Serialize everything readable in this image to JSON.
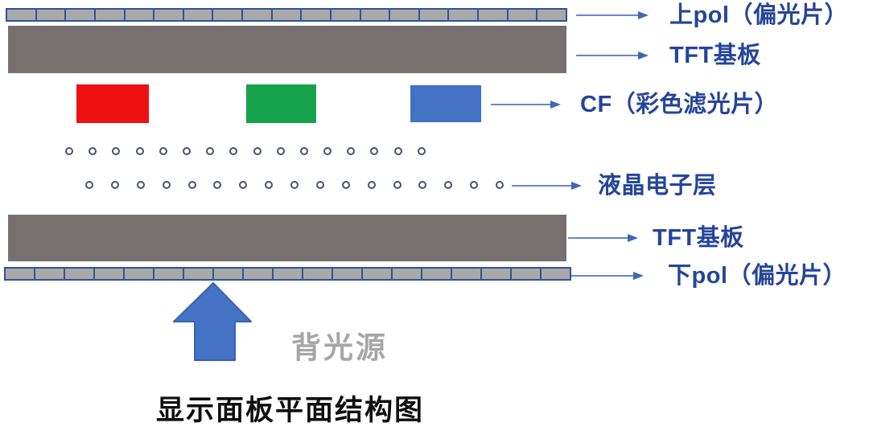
{
  "title": "显示面板平面结构图",
  "backlight": {
    "label": "背光源"
  },
  "layers": {
    "top_pol": {
      "label": "上pol（偏光片）",
      "segments": 19
    },
    "top_tft": {
      "label": "TFT基板"
    },
    "cf": {
      "label": "CF（彩色滤光片）",
      "filter_colors": [
        "#ee1111",
        "#16a24b",
        "#4472c4"
      ]
    },
    "lc": {
      "label": "液晶电子层",
      "row1_dots": 16,
      "row2_dots": 17
    },
    "bottom_tft": {
      "label": "TFT基板"
    },
    "bottom_pol": {
      "label": "下pol（偏光片）",
      "segments": 19
    }
  },
  "colors": {
    "accent_blue": "#4472c4",
    "label_navy": "#26459a",
    "bar_fill": "#a9a9a9",
    "bar_border": "#2f5597",
    "tft_gray": "#767070",
    "cf_red": "#ee1111",
    "cf_green": "#16a24b",
    "cf_blue": "#4472c4",
    "lc_dot_outline": "#44546a",
    "backlight_gray": "#a6a6a6",
    "title_black": "#0f0f0f"
  }
}
